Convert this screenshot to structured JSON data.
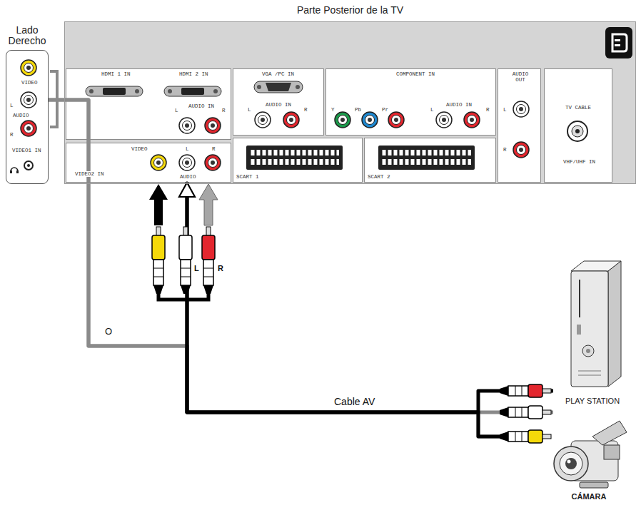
{
  "diagram": {
    "nodes": [
      {
        "text": [
          "Parte Posterior de la TV"
        ]
      },
      {
        "text": [
          "HDMI 1 IN",
          "HDMI 2 IN",
          "AUDIO IN",
          "L",
          "R"
        ],
        "in": 0
      },
      {
        "text": [
          "VGA /PC IN",
          "AUDIO IN",
          "L",
          "R"
        ],
        "in": 0
      },
      {
        "text": [
          "COMPONENT IN",
          "Y",
          "Pb",
          "Pr",
          "L",
          "AUDIO IN",
          "R"
        ],
        "in": 0
      },
      {
        "text": [
          "AUDIO OUT",
          "L",
          "R"
        ],
        "in": 0
      },
      {
        "text": [
          "TV CABLE",
          "VHF/UHF IN"
        ],
        "in": 0
      },
      {
        "text": [
          "VIDEO",
          "L",
          "R",
          "AUDIO",
          "VIDEO2 IN"
        ],
        "in": 0
      },
      {
        "text": [
          "SCART 1"
        ],
        "in": 0
      },
      {
        "text": [
          "SCART 2"
        ],
        "in": 0
      },
      {
        "text": [
          "Lado Derecho",
          "VIDEO",
          "L",
          "AUDIO",
          "R",
          "VIDEO1 IN"
        ]
      },
      {
        "text": [
          "PLAY STATION"
        ]
      },
      {
        "text": [
          "CÁMARA"
        ]
      }
    ],
    "edges": [
      {
        "from": 10,
        "to": 6,
        "arrow": "to",
        "label": "Cable AV"
      },
      {
        "from": 11,
        "to": 6,
        "arrow": "to"
      },
      {
        "from": 10,
        "to": 9,
        "arrow": "none",
        "label": "O"
      },
      {
        "from": 11,
        "to": 9,
        "arrow": "none"
      }
    ],
    "labels": [
      "L",
      "R"
    ]
  }
}
